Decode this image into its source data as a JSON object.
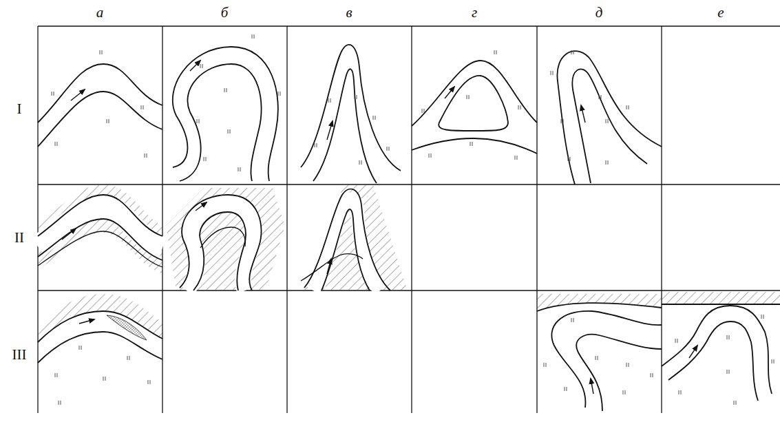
{
  "diagram": {
    "labels": [
      "а",
      "б",
      "в",
      "г",
      "д",
      "е",
      "I",
      "II",
      "III"
    ]
  }
}
